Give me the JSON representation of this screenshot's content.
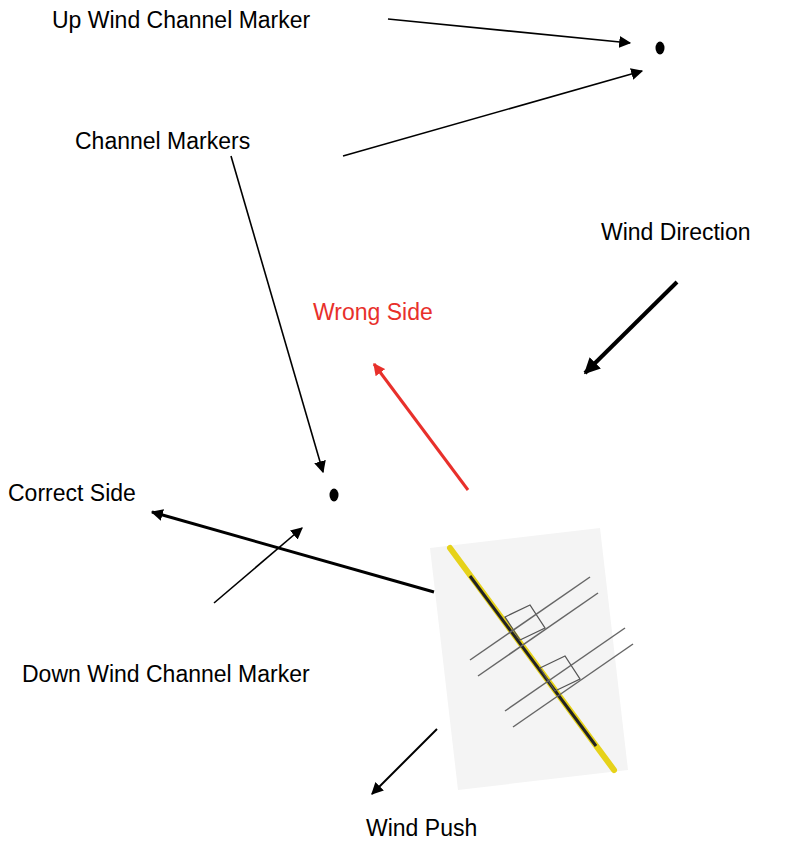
{
  "diagram": {
    "labels": [
      "Up Wind Channel Marker",
      "Channel Markers",
      "Wind Direction",
      "Wrong Side",
      "Correct Side",
      "Down Wind Channel Marker",
      "Wind Push"
    ]
  }
}
